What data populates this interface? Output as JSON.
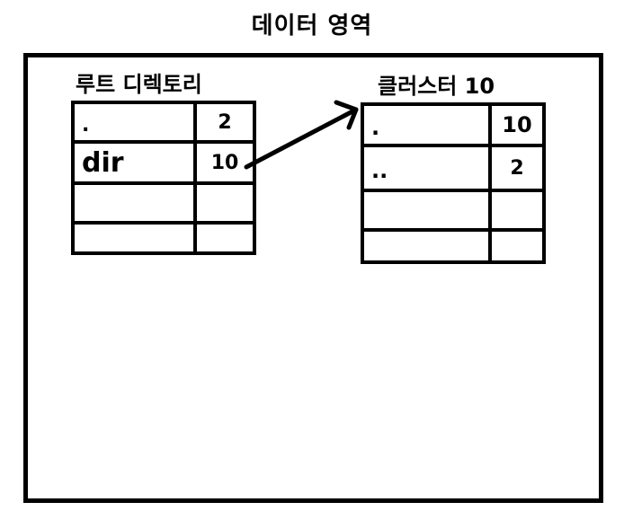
{
  "title": "데이터 영역",
  "root_directory": {
    "label": "루트 디렉토리",
    "rows": [
      {
        "name": ".",
        "cluster": "2"
      },
      {
        "name": "dir",
        "cluster": "10"
      },
      {
        "name": "",
        "cluster": ""
      },
      {
        "name": "",
        "cluster": ""
      }
    ]
  },
  "cluster_10": {
    "label": "클러스터 10",
    "rows": [
      {
        "name": ".",
        "cluster": "10"
      },
      {
        "name": "..",
        "cluster": "2"
      },
      {
        "name": "",
        "cluster": ""
      },
      {
        "name": "",
        "cluster": ""
      }
    ]
  }
}
